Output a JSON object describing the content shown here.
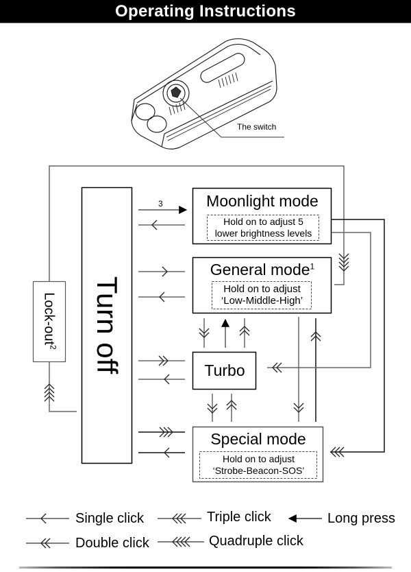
{
  "header": {
    "title": "Operating Instructions"
  },
  "illustration": {
    "device": "flashlight-icon",
    "switch_label": "The switch"
  },
  "diagram": {
    "turn_off": {
      "label": "Turn off"
    },
    "lock_out": {
      "label": "Lock-out",
      "footnote": "2"
    },
    "moonlight": {
      "title": "Moonlight mode",
      "note_line1": "Hold on to adjust 5",
      "note_line2": "lower brightness levels",
      "entry_count_label": "3"
    },
    "general": {
      "title": "General mode",
      "footnote": "1",
      "note_line1": "Hold on to adjust",
      "note_line2": "‘Low-Middle-High’"
    },
    "turbo": {
      "title": "Turbo"
    },
    "special": {
      "title": "Special mode",
      "note_line1": "Hold on to adjust",
      "note_line2": "‘Strobe-Beacon-SOS’"
    }
  },
  "legend": {
    "single": "Single click",
    "double": "Double click",
    "triple": "Triple click",
    "quadruple": "Quadruple click",
    "long": "Long press"
  }
}
